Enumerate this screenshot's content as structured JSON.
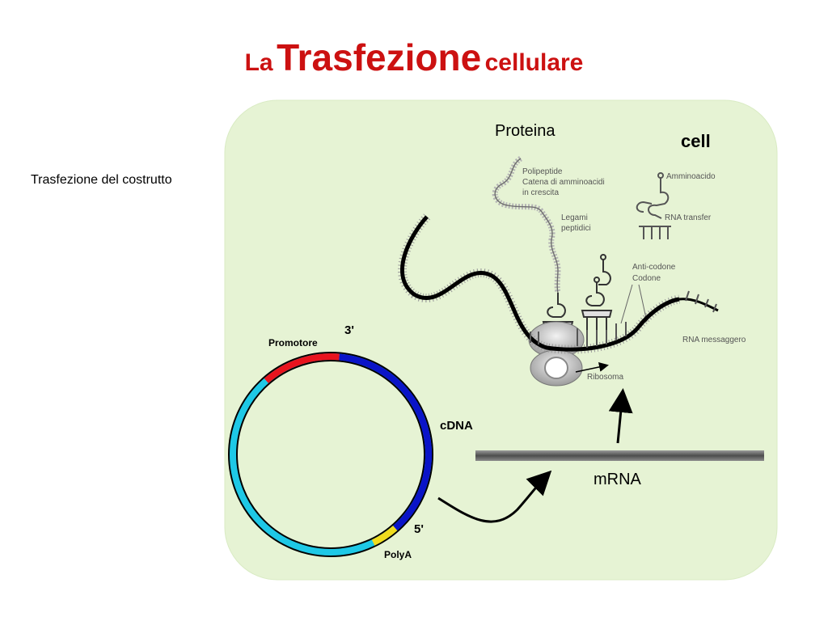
{
  "title": {
    "prefix": "La",
    "main": "Trasfezione",
    "suffix": "cellulare"
  },
  "caption": "Trasfezione del costrutto",
  "cell": {
    "label": "cell",
    "protein_label": "Proteina",
    "mrna_label": "mRNA",
    "translation_labels": {
      "polypeptide": "Polipeptide",
      "polypeptide_sub1": "Catena di amminoacidi",
      "polypeptide_sub2": "in crescita",
      "peptide_bond": "Legami",
      "peptide_bond_sub": "peptidici",
      "amino_acid": "Amminoacido",
      "trna": "RNA transfer",
      "anticodon": "Anti-codone",
      "codon": "Codone",
      "messenger": "RNA messaggero",
      "ribosome": "Ribosoma"
    }
  },
  "plasmid": {
    "label_3": "3'",
    "label_5": "5'",
    "promoter": "Promotore",
    "cdna": "cDNA",
    "polya": "PolyA"
  },
  "colors": {
    "title": "#cc1111",
    "panel": "#e6f3d4",
    "promoter": "#e8141e",
    "cdna": "#0a14c8",
    "polya": "#f0dc1e",
    "backbone": "#1ec8e6"
  }
}
